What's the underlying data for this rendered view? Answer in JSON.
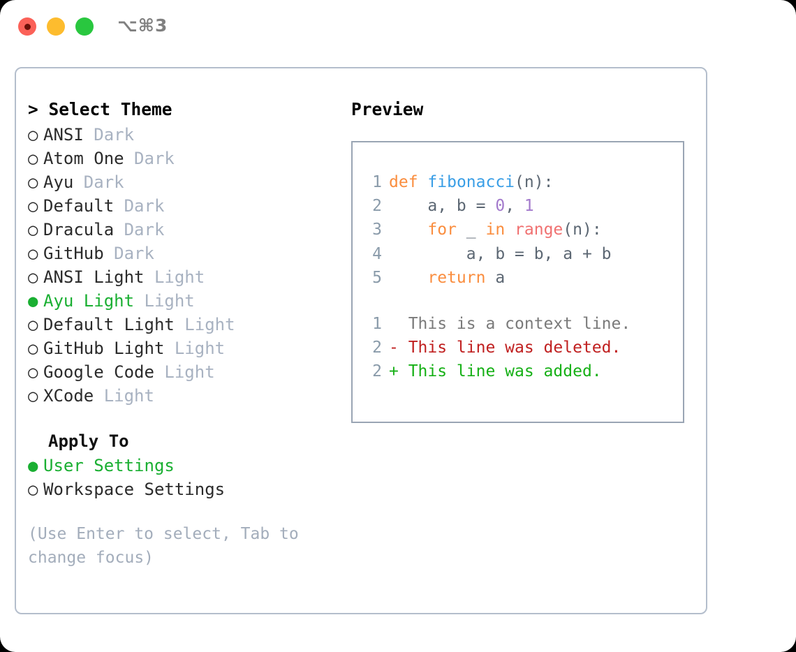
{
  "window": {
    "traffic_lights": [
      "close",
      "minimize",
      "maximize"
    ],
    "shortcut_label": "⌥⌘3"
  },
  "left": {
    "heading": "> Select Theme",
    "themes": [
      {
        "bullet": "○",
        "name": "ANSI",
        "tag": "Dark",
        "selected": false
      },
      {
        "bullet": "○",
        "name": "Atom One",
        "tag": "Dark",
        "selected": false
      },
      {
        "bullet": "○",
        "name": "Ayu",
        "tag": "Dark",
        "selected": false
      },
      {
        "bullet": "○",
        "name": "Default",
        "tag": "Dark",
        "selected": false
      },
      {
        "bullet": "○",
        "name": "Dracula",
        "tag": "Dark",
        "selected": false
      },
      {
        "bullet": "○",
        "name": "GitHub",
        "tag": "Dark",
        "selected": false
      },
      {
        "bullet": "○",
        "name": "ANSI Light",
        "tag": "Light",
        "selected": false
      },
      {
        "bullet": "●",
        "name": "Ayu Light",
        "tag": "Light",
        "selected": true
      },
      {
        "bullet": "○",
        "name": "Default Light",
        "tag": "Light",
        "selected": false
      },
      {
        "bullet": "○",
        "name": "GitHub Light",
        "tag": "Light",
        "selected": false
      },
      {
        "bullet": "○",
        "name": "Google Code",
        "tag": "Light",
        "selected": false
      },
      {
        "bullet": "○",
        "name": "XCode",
        "tag": "Light",
        "selected": false
      }
    ],
    "apply_to_heading": "Apply To",
    "apply_to": [
      {
        "bullet": "●",
        "name": "User Settings",
        "selected": true
      },
      {
        "bullet": "○",
        "name": "Workspace Settings",
        "selected": false
      }
    ],
    "hint": "(Use Enter to select, Tab to change focus)"
  },
  "right": {
    "preview_title": "Preview",
    "code_lines": [
      {
        "n": "1",
        "tokens": [
          {
            "t": "def",
            "c": "kw"
          },
          {
            "t": " ",
            "c": "punc"
          },
          {
            "t": "fibonacci",
            "c": "fn"
          },
          {
            "t": "(n):",
            "c": "punc"
          }
        ]
      },
      {
        "n": "2",
        "tokens": [
          {
            "t": "    a, b = ",
            "c": "plain"
          },
          {
            "t": "0",
            "c": "num"
          },
          {
            "t": ", ",
            "c": "plain"
          },
          {
            "t": "1",
            "c": "num"
          }
        ]
      },
      {
        "n": "3",
        "tokens": [
          {
            "t": "    ",
            "c": "plain"
          },
          {
            "t": "for",
            "c": "kw"
          },
          {
            "t": " _ ",
            "c": "plain"
          },
          {
            "t": "in",
            "c": "kw"
          },
          {
            "t": " ",
            "c": "plain"
          },
          {
            "t": "range",
            "c": "bif"
          },
          {
            "t": "(n):",
            "c": "punc"
          }
        ]
      },
      {
        "n": "4",
        "tokens": [
          {
            "t": "        a, b = b, a + b",
            "c": "plain"
          }
        ]
      },
      {
        "n": "5",
        "tokens": [
          {
            "t": "    ",
            "c": "plain"
          },
          {
            "t": "return",
            "c": "kw"
          },
          {
            "t": " a",
            "c": "plain"
          }
        ]
      }
    ],
    "diff_lines": [
      {
        "n": "1",
        "marker": " ",
        "text": "  This is a context line.",
        "kind": "d-ctx"
      },
      {
        "n": "2",
        "marker": " ",
        "text": "- This line was deleted.",
        "kind": "d-del"
      },
      {
        "n": "2",
        "marker": " ",
        "text": "+ This line was added.",
        "kind": "d-add"
      }
    ]
  },
  "colors": {
    "accent_green": "#1AAF32",
    "tag_gray": "#A8B2C1",
    "border": "#B4BECC",
    "preview_border": "#9AA5B4",
    "keyword": "#FA8D3E",
    "function": "#399EE6",
    "number": "#A37ACC",
    "builtin": "#F07171",
    "linenum": "#8A9BAA",
    "diff_added": "#16B016",
    "diff_deleted": "#C02020",
    "diff_context": "#7A7A7A"
  }
}
